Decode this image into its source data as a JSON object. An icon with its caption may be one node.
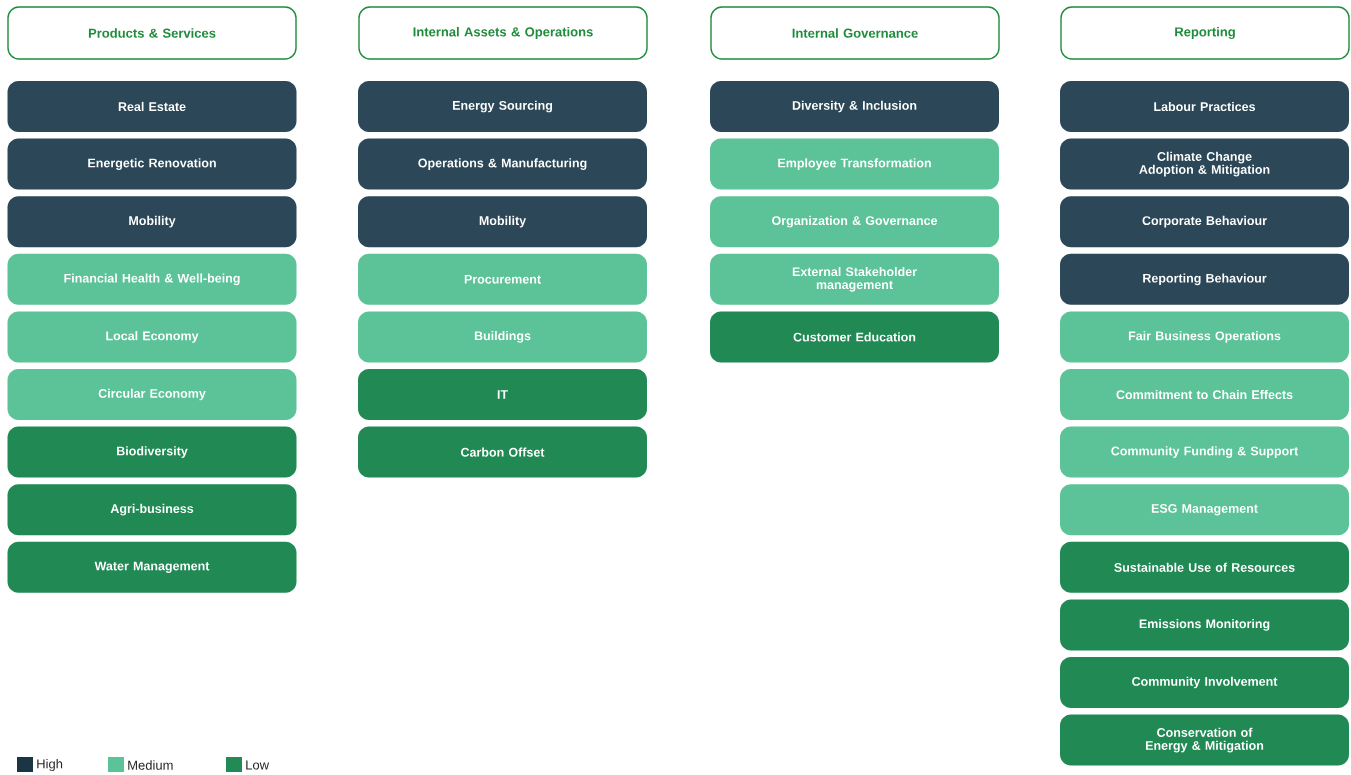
{
  "diagram": {
    "nodes": [
      {
        "text": [
          "Products & Services"
        ]
      },
      {
        "text": [
          "Internal Assets & Operations"
        ]
      },
      {
        "text": [
          "Internal Governance"
        ]
      },
      {
        "text": [
          "Reporting"
        ]
      },
      {
        "text": [
          "Real Estate"
        ]
      },
      {
        "text": [
          "Energetic Renovation"
        ]
      },
      {
        "text": [
          "Mobility"
        ]
      },
      {
        "text": [
          "Financial Health & Well-being"
        ]
      },
      {
        "text": [
          "Local Economy"
        ]
      },
      {
        "text": [
          "Circular Economy"
        ]
      },
      {
        "text": [
          "Biodiversity"
        ]
      },
      {
        "text": [
          "Agri-business"
        ]
      },
      {
        "text": [
          "Water Management"
        ]
      },
      {
        "text": [
          "Energy Sourcing"
        ]
      },
      {
        "text": [
          "Operations & Manufacturing"
        ]
      },
      {
        "text": [
          "Mobility"
        ]
      },
      {
        "text": [
          "Procurement"
        ]
      },
      {
        "text": [
          "Buildings"
        ]
      },
      {
        "text": [
          "IT"
        ]
      },
      {
        "text": [
          "Carbon Offset"
        ]
      },
      {
        "text": [
          "Diversity & Inclusion"
        ]
      },
      {
        "text": [
          "Employee Transformation"
        ]
      },
      {
        "text": [
          "Organization & Governance"
        ]
      },
      {
        "text": [
          "External Stakeholder management"
        ]
      },
      {
        "text": [
          "Customer Education"
        ]
      },
      {
        "text": [
          "Labour Practices"
        ]
      },
      {
        "text": [
          "Climate Change Adoption & Mitigation"
        ]
      },
      {
        "text": [
          "Corporate Behaviour"
        ]
      },
      {
        "text": [
          "Reporting Behaviour"
        ]
      },
      {
        "text": [
          "Fair Business Operations"
        ]
      },
      {
        "text": [
          "Commitment to Chain Effects"
        ]
      },
      {
        "text": [
          "Community Funding & Support"
        ]
      },
      {
        "text": [
          "ESG Management"
        ]
      },
      {
        "text": [
          "Sustainable Use of Resources"
        ]
      },
      {
        "text": [
          "Emissions Monitoring"
        ]
      },
      {
        "text": [
          "Community Involvement"
        ]
      },
      {
        "text": [
          "Conservation of Energy & Mitigation"
        ]
      }
    ],
    "legend": [
      {
        "text": "High",
        "color": "#1c3545"
      },
      {
        "text": "Medium",
        "color": "#5cc399"
      },
      {
        "text": "Low",
        "color": "#228a55"
      }
    ]
  }
}
